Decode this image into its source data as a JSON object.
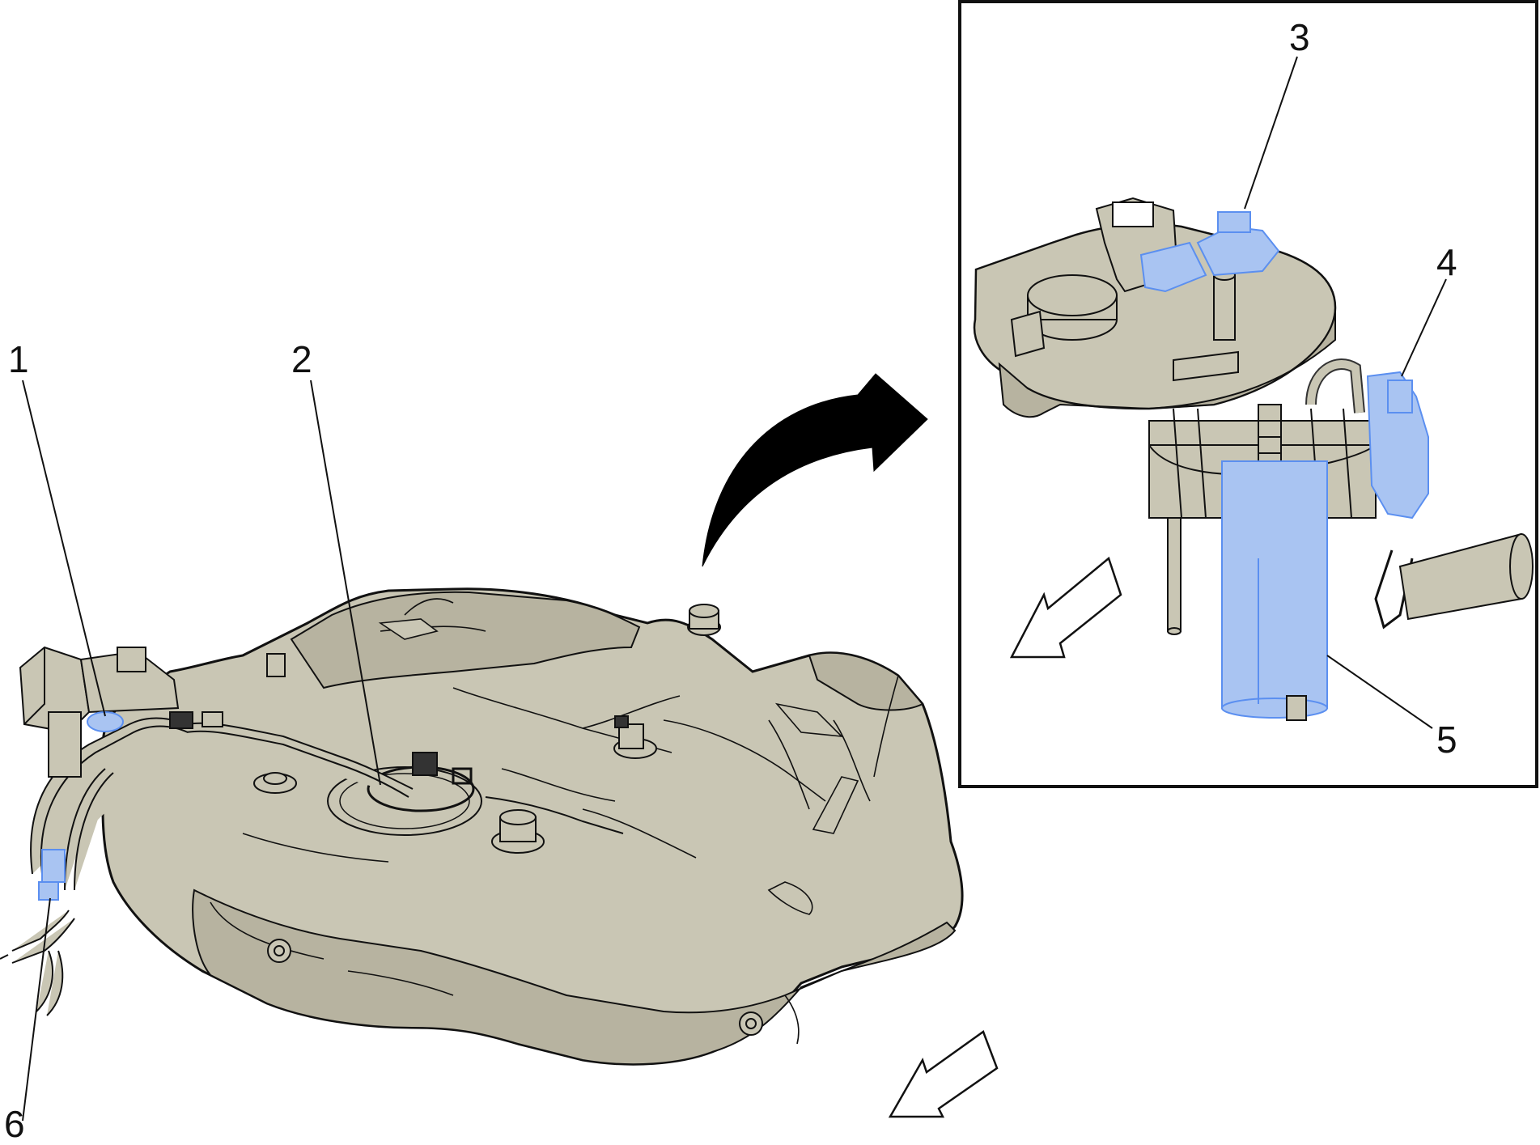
{
  "colors": {
    "part_fill": "#c9c6b4",
    "part_shade": "#b7b3a0",
    "line": "#111111",
    "highlight": "#5b8ff0",
    "highlight_fill": "#a9c4f2",
    "arrow": "#000000",
    "background": "#ffffff"
  },
  "callouts": [
    {
      "id": "1",
      "label": "1"
    },
    {
      "id": "2",
      "label": "2"
    },
    {
      "id": "3",
      "label": "3"
    },
    {
      "id": "4",
      "label": "4"
    },
    {
      "id": "5",
      "label": "5"
    },
    {
      "id": "6",
      "label": "6"
    }
  ],
  "icons": {
    "transition_arrow": "curved-arrow-icon",
    "direction_arrow_main": "front-direction-arrow-icon",
    "direction_arrow_inset": "front-direction-arrow-icon"
  }
}
